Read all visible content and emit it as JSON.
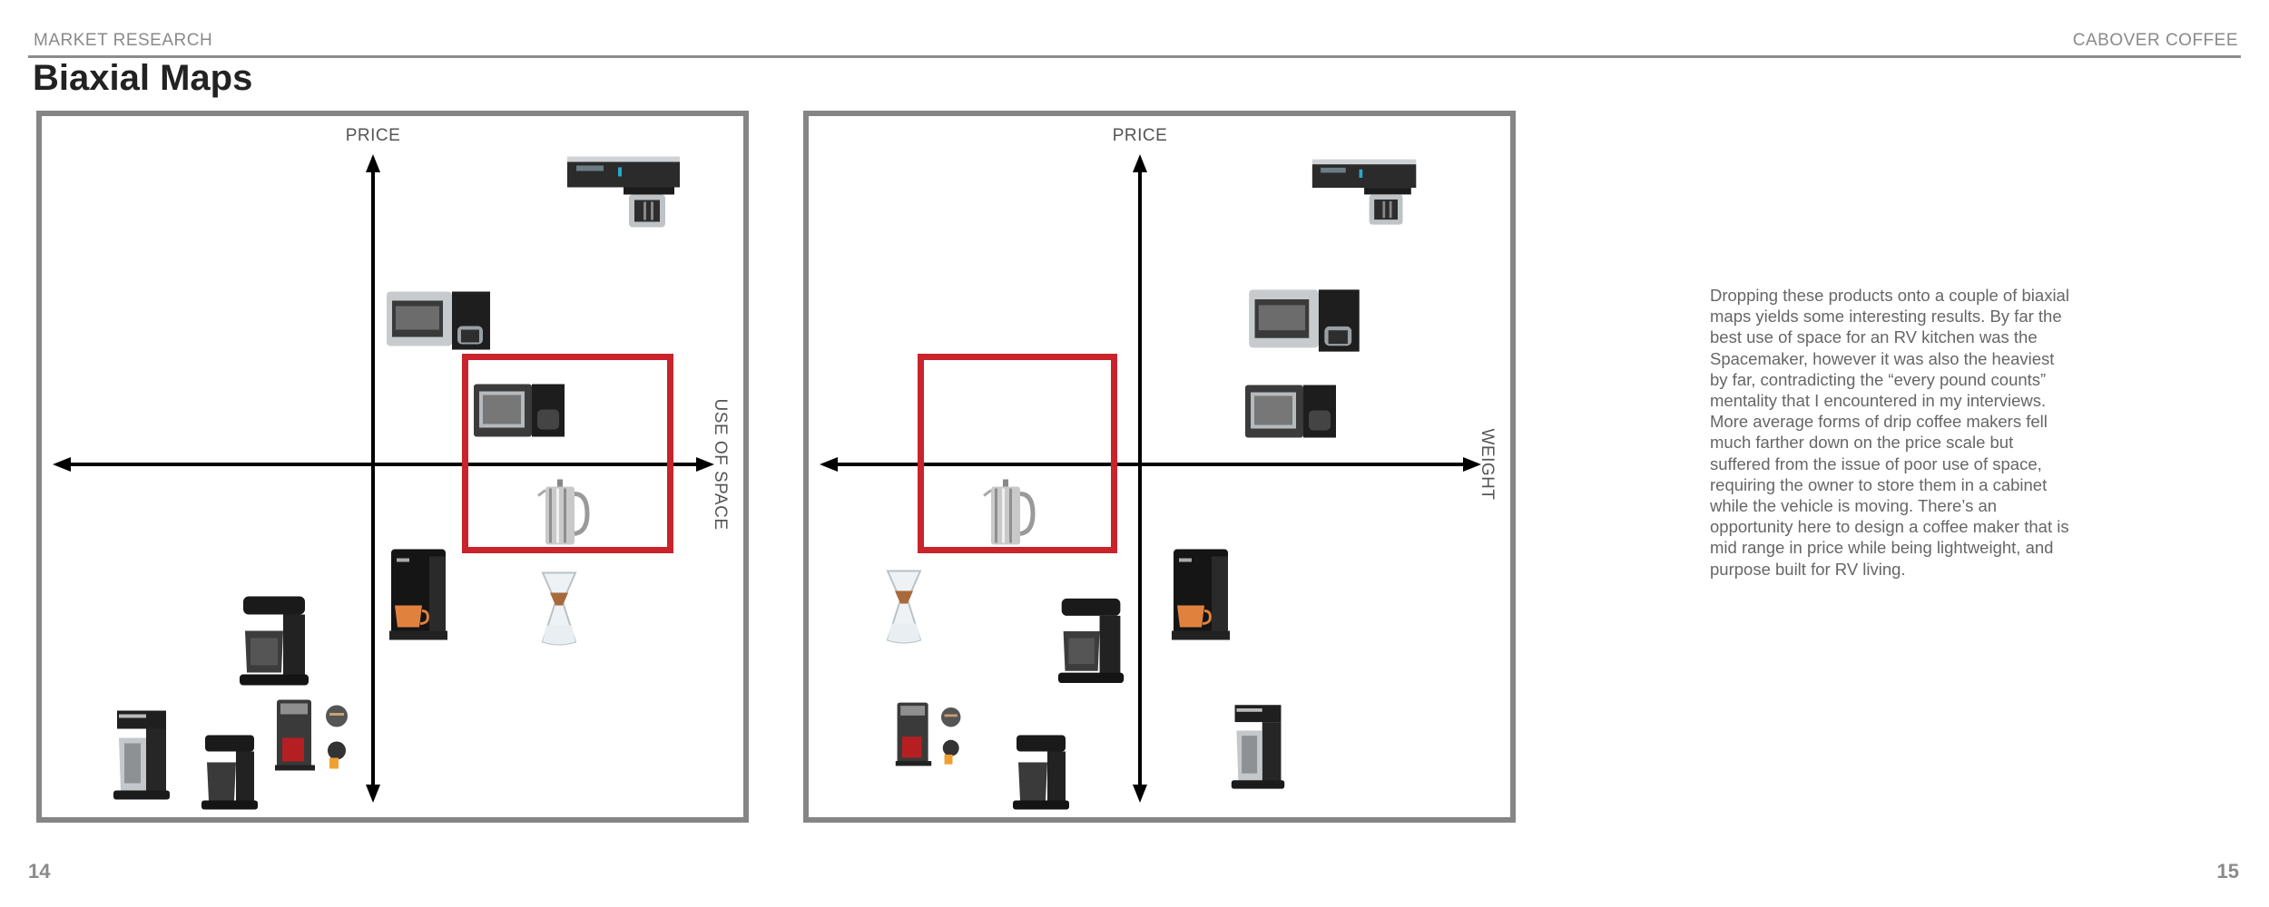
{
  "header": {
    "left": "MARKET RESEARCH",
    "right": "CABOVER COFFEE"
  },
  "title": "Biaxial Maps",
  "maps": [
    {
      "y_axis_label": "PRICE",
      "x_axis_label": "USE OF SPACE",
      "products": [
        {
          "type": "spacemaker-undercabinet"
        },
        {
          "type": "toaster-oven-coffee-combo"
        },
        {
          "type": "mini-oven-coffee-combo"
        },
        {
          "type": "french-press"
        },
        {
          "type": "keurig-single-serve"
        },
        {
          "type": "chemex-pour-over"
        },
        {
          "type": "mr-coffee-drip-maker"
        },
        {
          "type": "thermal-carafe-drip-maker"
        },
        {
          "type": "small-drip-coffee-maker"
        },
        {
          "type": "dual-single-serve-brewer"
        }
      ]
    },
    {
      "y_axis_label": "PRICE",
      "x_axis_label": "WEIGHT",
      "products": [
        {
          "type": "spacemaker-undercabinet"
        },
        {
          "type": "toaster-oven-coffee-combo"
        },
        {
          "type": "mini-oven-coffee-combo"
        },
        {
          "type": "french-press"
        },
        {
          "type": "keurig-single-serve"
        },
        {
          "type": "chemex-pour-over"
        },
        {
          "type": "mr-coffee-drip-maker"
        },
        {
          "type": "dual-single-serve-brewer"
        },
        {
          "type": "small-drip-coffee-maker"
        },
        {
          "type": "thermal-carafe-drip-maker"
        }
      ]
    }
  ],
  "paragraph": "Dropping these products onto a couple of biaxial maps yields some interesting results. By far the best use of space for an RV kitchen was the Spacemaker, however it was also the heaviest by far, contradicting the “every pound counts” mentality that I encountered in my interviews. More average forms of drip coffee makers fell much farther down on the price scale but suffered from the issue of poor use of space, requiring the owner to store them in a cabinet while the vehicle is moving. There’s an opportunity here to design a coffee maker that is mid range in price while being lightweight, and purpose built for RV living.",
  "page_numbers": {
    "left": "14",
    "right": "15"
  },
  "colors": {
    "highlight": "#c9232c",
    "frame": "#858585",
    "axis": "#000000"
  }
}
